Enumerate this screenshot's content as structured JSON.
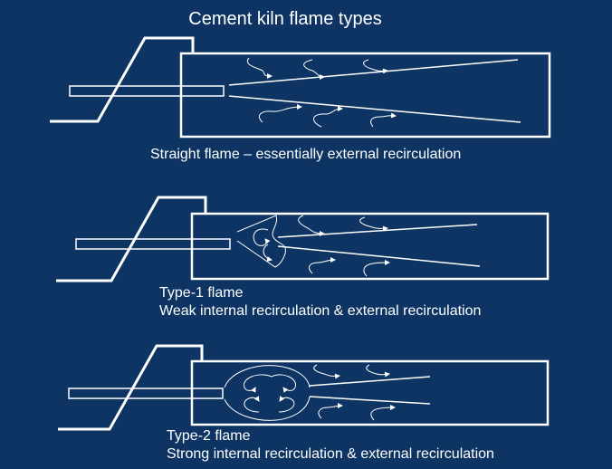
{
  "title": "Cement kiln flame types",
  "panels": [
    {
      "id": "straight",
      "caption_lines": [
        "Straight flame  – essentially external recirculation"
      ]
    },
    {
      "id": "type1",
      "caption_lines": [
        "Type-1 flame",
        "Weak internal recirculation   &  external recirculation"
      ]
    },
    {
      "id": "type2",
      "caption_lines": [
        "Type-2 flame",
        "Strong internal recirculation & external recirculation"
      ]
    }
  ],
  "colors": {
    "background": "#0d3463",
    "line": "#ffffff"
  }
}
